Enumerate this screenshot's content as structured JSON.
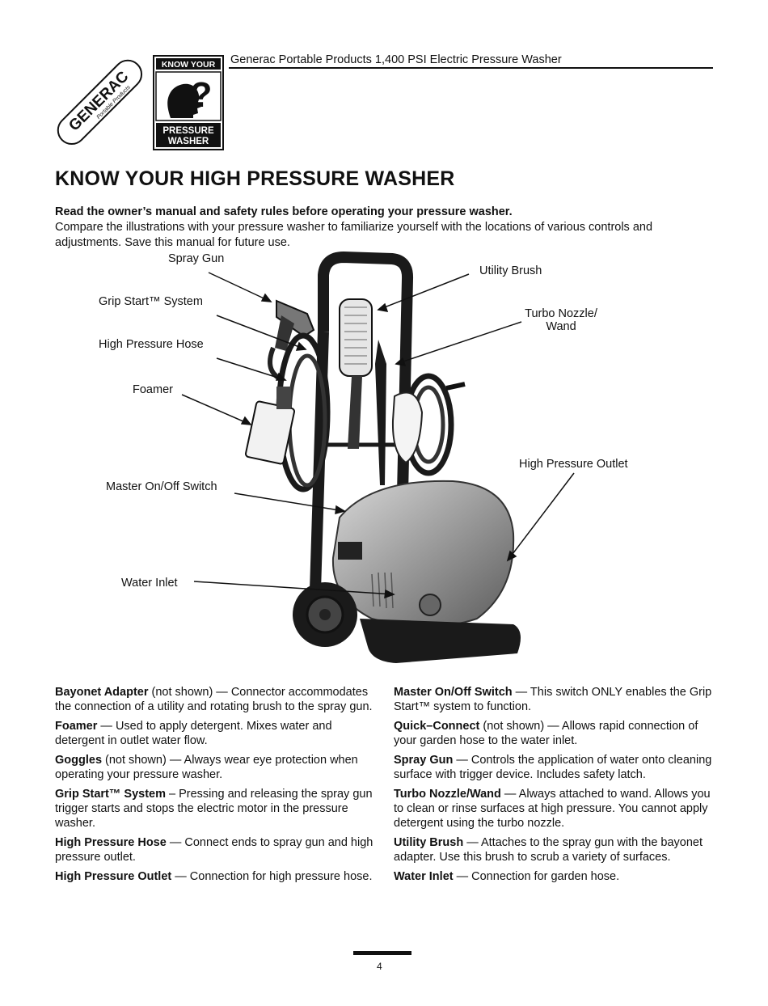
{
  "header": {
    "doc_title": "Generac Portable Products 1,400 PSI Electric Pressure Washer"
  },
  "logos": {
    "brand": "GENERAC",
    "brand_sub": "Portable Products",
    "kyp_top": "KNOW YOUR",
    "kyp_bottom1": "PRESSURE",
    "kyp_bottom2": "WASHER"
  },
  "page_title": "KNOW YOUR HIGH PRESSURE WASHER",
  "intro": {
    "bold": "Read the owner’s manual and safety rules before operating your pressure washer.",
    "text": "Compare the illustrations with your pressure washer to familiarize yourself with the locations of various controls and adjustments. Save this manual for future use."
  },
  "callouts": {
    "spray_gun": "Spray Gun",
    "utility_brush": "Utility Brush",
    "grip_start": "Grip Start™ System",
    "turbo_nozzle_1": "Turbo Nozzle/",
    "turbo_nozzle_2": "Wand",
    "hp_hose": "High Pressure Hose",
    "foamer": "Foamer",
    "hp_outlet": "High Pressure Outlet",
    "master_switch": "Master On/Off Switch",
    "water_inlet": "Water Inlet"
  },
  "left_column": [
    {
      "term": "Bayonet Adapter",
      "desc": " (not shown) — Connector accommodates the connection of a utility and rotating brush to the spray gun."
    },
    {
      "term": "Foamer",
      "desc": " — Used to apply detergent. Mixes water and detergent in outlet water flow."
    },
    {
      "term": "Goggles",
      "desc": " (not shown) — Always wear eye protection when operating your pressure washer."
    },
    {
      "term": "Grip Start™ System",
      "desc": " – Pressing and releasing the spray gun trigger starts and stops the electric motor in the pressure washer."
    },
    {
      "term": "High Pressure Hose",
      "desc": " — Connect ends to spray gun and high pressure outlet."
    },
    {
      "term": "High Pressure Outlet",
      "desc": " — Connection for high pressure hose."
    }
  ],
  "right_column": [
    {
      "term": "Master On/Off Switch",
      "desc": " — This switch ONLY enables the Grip Start™ system to function."
    },
    {
      "term": "Quick–Connect",
      "desc": " (not shown) — Allows rapid connection of your garden hose to the water inlet."
    },
    {
      "term": "Spray Gun",
      "desc": " — Controls the application of water onto cleaning surface with trigger device. Includes safety latch."
    },
    {
      "term": "Turbo Nozzle/Wand",
      "desc": " — Always attached to wand. Allows you to clean or rinse surfaces at high pressure. You cannot apply detergent using the turbo nozzle."
    },
    {
      "term": "Utility Brush",
      "desc": " — Attaches to the spray gun with the bayonet adapter. Use this brush to scrub a variety of surfaces."
    },
    {
      "term": "Water Inlet",
      "desc": " — Connection for garden hose."
    }
  ],
  "page_number": "4"
}
